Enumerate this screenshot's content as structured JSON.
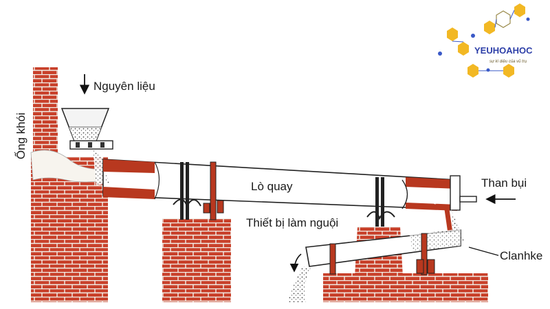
{
  "labels": {
    "chimney": "Ống khói",
    "raw_material": "Nguyên liệu",
    "rotary_kiln": "Lò quay",
    "coal_dust": "Than bụi",
    "cooler": "Thiết bị làm nguội",
    "clinker": "Clanhke"
  },
  "logo": {
    "name": "YEUHOAHOC",
    "tagline": "sự kì diệu của vũ trụ"
  },
  "colors": {
    "brick": "#c8402a",
    "mortar": "#f2efe8",
    "kiln_lining": "#b8381f",
    "logo_hex": "#f2b824",
    "logo_text": "#2d3fa8"
  }
}
